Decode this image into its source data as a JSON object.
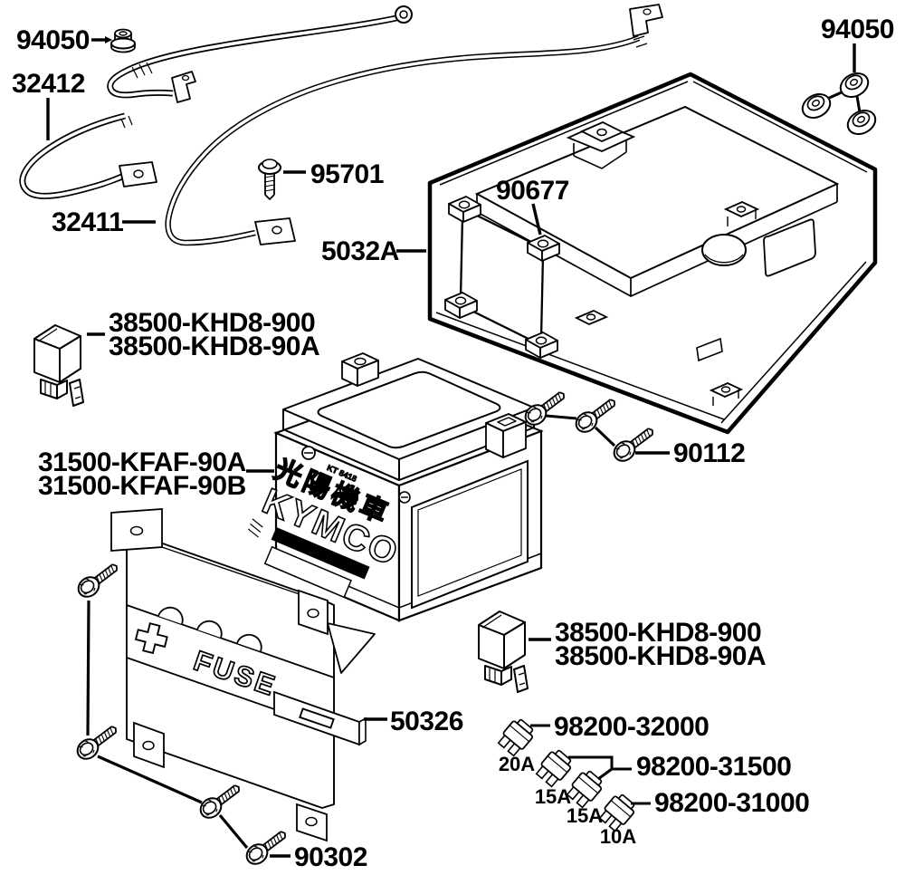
{
  "parts": {
    "nut_top_left": "94050",
    "nut_top_right": "94050",
    "cable_32412": "32412",
    "cable_32411": "32411",
    "bolt_95701": "95701",
    "battery_box": "5032A",
    "clip_nut": "90677",
    "relay_top_line1": "38500-KHD8-900",
    "relay_top_line2": "38500-KHD8-90A",
    "relay_bottom_line1": "38500-KHD8-900",
    "relay_bottom_line2": "38500-KHD8-90A",
    "battery_line1": "31500-KFAF-90A",
    "battery_line2": "31500-KFAF-90B",
    "bolt_90112": "90112",
    "fuse_bracket": "50326",
    "bolt_90302": "90302",
    "fuse_part_20a": "98200-32000",
    "fuse_part_15a": "98200-31500",
    "fuse_part_10a": "98200-31000"
  },
  "fuse_ratings": {
    "f20": "20A",
    "f15_1": "15A",
    "f15_2": "15A",
    "f10": "10A"
  },
  "battery_markings": {
    "brand": "KYMCO",
    "brand_zh": "光陽機車",
    "code": "KT 8418"
  },
  "bracket_markings": {
    "fuse": "FUSE"
  },
  "colors": {
    "ink": "#000000",
    "paper": "#ffffff"
  }
}
